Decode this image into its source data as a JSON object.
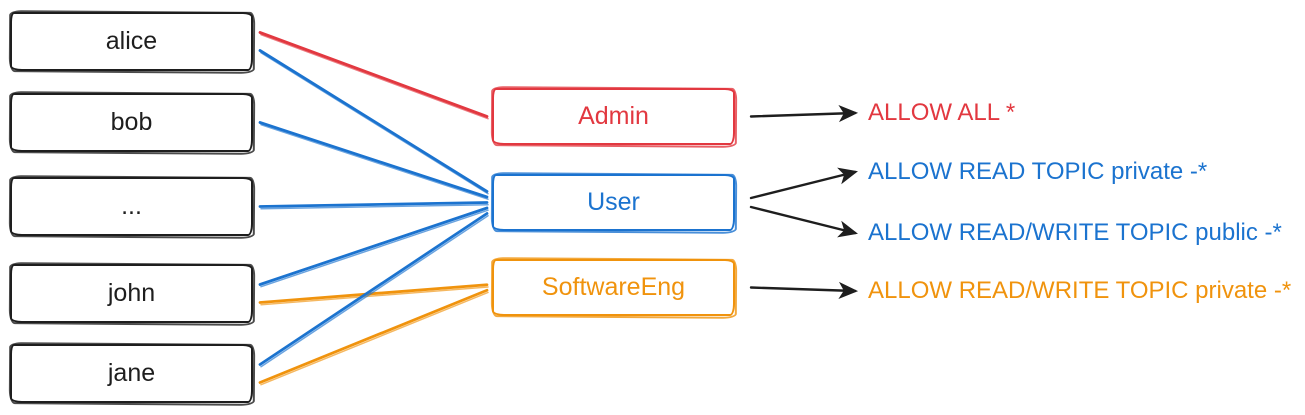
{
  "diagram": {
    "stroke_color": "#1e1e1e",
    "arrow_color": "#1e1e1e",
    "users": [
      {
        "id": "alice",
        "label": "alice"
      },
      {
        "id": "bob",
        "label": "bob"
      },
      {
        "id": "dots",
        "label": "..."
      },
      {
        "id": "john",
        "label": "john"
      },
      {
        "id": "jane",
        "label": "jane"
      }
    ],
    "roles": [
      {
        "id": "admin",
        "label": "Admin",
        "color": "#e23840"
      },
      {
        "id": "user",
        "label": "User",
        "color": "#1b73cf"
      },
      {
        "id": "softwareeng",
        "label": "SoftwareEng",
        "color": "#f0930d"
      }
    ],
    "permissions": [
      {
        "id": "allow-all",
        "text": "ALLOW ALL *",
        "color": "#e23840"
      },
      {
        "id": "read-private",
        "text": "ALLOW READ TOPIC private -*",
        "color": "#1b73cf"
      },
      {
        "id": "rw-public",
        "text": "ALLOW READ/WRITE TOPIC public -*",
        "color": "#1b73cf"
      },
      {
        "id": "rw-private",
        "text": "ALLOW READ/WRITE TOPIC private -*",
        "color": "#f0930d"
      }
    ],
    "memberships": [
      {
        "user": "alice",
        "role": "admin"
      },
      {
        "user": "alice",
        "role": "user"
      },
      {
        "user": "bob",
        "role": "user"
      },
      {
        "user": "dots",
        "role": "user"
      },
      {
        "user": "john",
        "role": "user"
      },
      {
        "user": "john",
        "role": "softwareeng"
      },
      {
        "user": "jane",
        "role": "user"
      },
      {
        "user": "jane",
        "role": "softwareeng"
      }
    ],
    "grants": [
      {
        "role": "admin",
        "permission": "allow-all"
      },
      {
        "role": "user",
        "permission": "read-private"
      },
      {
        "role": "user",
        "permission": "rw-public"
      },
      {
        "role": "softwareeng",
        "permission": "rw-private"
      }
    ]
  }
}
